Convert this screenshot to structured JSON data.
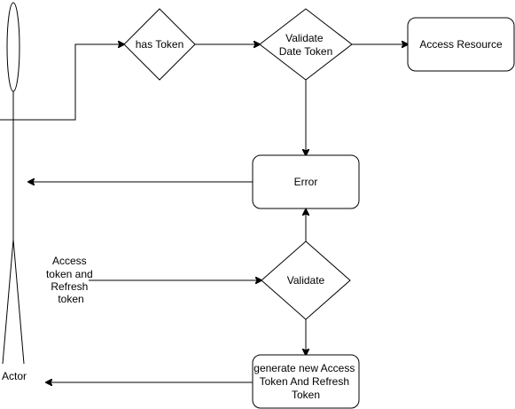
{
  "diagram": {
    "actor": {
      "label": "Actor"
    },
    "nodes": {
      "has_token": {
        "label": "has Token",
        "shape": "diamond"
      },
      "validate_date_token": {
        "label_lines": [
          "Validate",
          "Date Token"
        ],
        "shape": "diamond"
      },
      "access_resource": {
        "label": "Access Resource",
        "shape": "rounded-rectangle"
      },
      "error": {
        "label": "Error",
        "shape": "rounded-rectangle"
      },
      "validate": {
        "label": "Validate",
        "shape": "diamond"
      },
      "generate_tokens": {
        "label_lines": [
          "generate new Access",
          "Token And Refresh",
          "Token"
        ],
        "shape": "rounded-rectangle"
      }
    },
    "free_text": {
      "access_and_refresh": {
        "label_lines": [
          "Access",
          "token and",
          "Refresh",
          "token"
        ]
      }
    },
    "edges": [
      {
        "from": "actor",
        "to": "has_token"
      },
      {
        "from": "has_token",
        "to": "validate_date_token"
      },
      {
        "from": "validate_date_token",
        "to": "access_resource"
      },
      {
        "from": "validate_date_token",
        "to": "error"
      },
      {
        "from": "error",
        "to": "actor"
      },
      {
        "from": "access_and_refresh",
        "to": "validate"
      },
      {
        "from": "validate",
        "to": "error"
      },
      {
        "from": "validate",
        "to": "generate_tokens"
      },
      {
        "from": "generate_tokens",
        "to": "actor"
      }
    ]
  },
  "colors": {
    "stroke": "#000000",
    "fill": "#ffffff",
    "text": "#000000"
  }
}
